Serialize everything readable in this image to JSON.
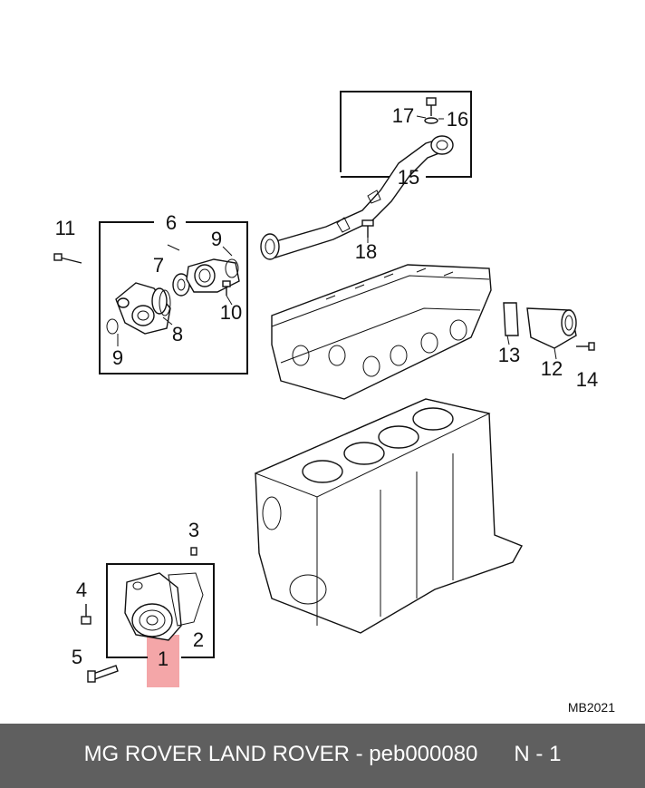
{
  "diagram": {
    "callouts": {
      "c1": "1",
      "c2": "2",
      "c3": "3",
      "c4": "4",
      "c5": "5",
      "c6": "6",
      "c7": "7",
      "c8": "8",
      "c9a": "9",
      "c9b": "9",
      "c10": "10",
      "c11": "11",
      "c12": "12",
      "c13": "13",
      "c14": "14",
      "c15": "15",
      "c16": "16",
      "c17": "17",
      "c18": "18"
    },
    "drawing_code": "MB2021",
    "highlight_color": "#f4a6a8"
  },
  "footer": {
    "text": "MG ROVER LAND ROVER - peb000080      N - 1"
  }
}
